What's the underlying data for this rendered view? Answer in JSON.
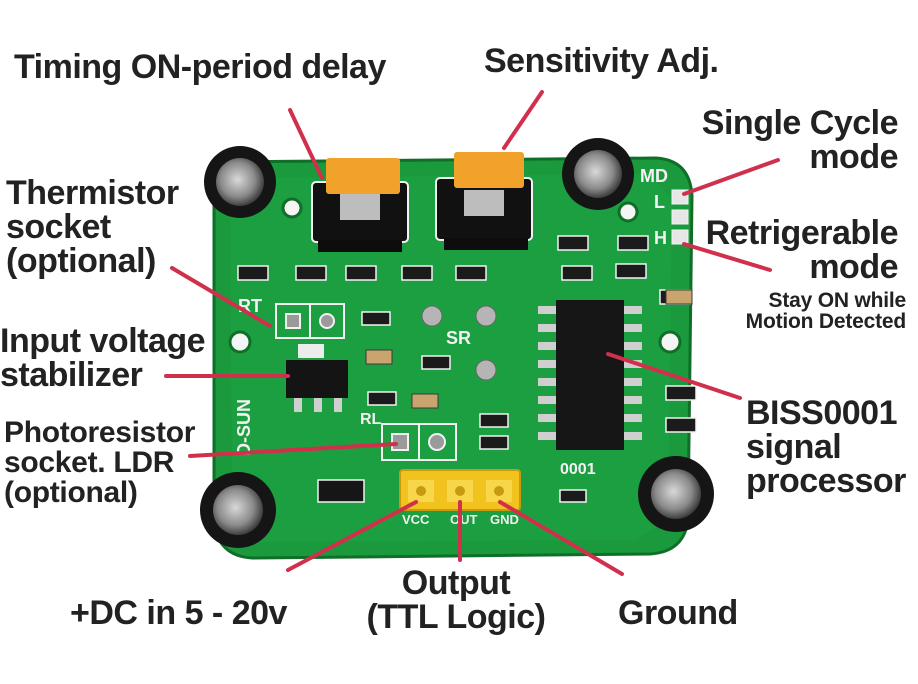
{
  "colors": {
    "pointer": "#d1304c",
    "text": "#222222",
    "pcb": "#1a9a3c",
    "pcb_dark": "#117a2c",
    "silk": "#f2f2f2",
    "header_pins": "#f2c21f"
  },
  "labels": {
    "timing": [
      "Timing ON-period delay"
    ],
    "sensitivity": [
      "Sensitivity Adj."
    ],
    "single_cycle": [
      "Single Cycle",
      "mode"
    ],
    "retrigerable": [
      "Retrigerable",
      "mode"
    ],
    "stay_on": [
      "Stay ON while",
      "Motion Detected"
    ],
    "thermistor": [
      "Thermistor",
      "socket",
      "(optional)"
    ],
    "input_voltage": [
      "Input voltage",
      "stabilizer"
    ],
    "photoresistor": [
      "Photoresistor",
      "socket. LDR",
      "(optional)"
    ],
    "biss": [
      "BISS0001",
      "signal",
      "processor"
    ],
    "dc_in": [
      "+DC in 5 - 20v"
    ],
    "output": [
      "Output",
      "(TTL Logic)"
    ],
    "ground": [
      "Ground"
    ]
  },
  "board_silkscreen": {
    "md": "MD",
    "l": "L",
    "h": "H",
    "rt": "RT",
    "sr": "SR",
    "rl": "RL",
    "vcc": "VCC",
    "out": "OUT",
    "gnd": "GND",
    "chip_code": "0001",
    "brand": "D-SUN"
  }
}
